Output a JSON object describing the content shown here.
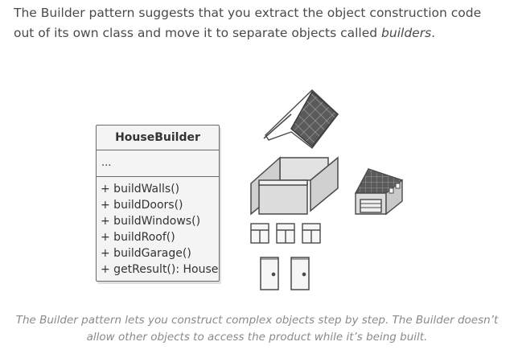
{
  "intro": {
    "text_before": "The Builder pattern suggests that you extract the object construction code out of its own class and move it to separate objects called ",
    "emphasis": "builders",
    "text_after": "."
  },
  "class_box": {
    "name": "HouseBuilder",
    "fields": "...",
    "methods": [
      "+ buildWalls()",
      "+ buildDoors()",
      "+ buildWindows()",
      "+ buildRoof()",
      "+ buildGarage()",
      "+ getResult(): House"
    ]
  },
  "illustration": {
    "parts": [
      "roof-icon",
      "walls-icon",
      "garage-icon",
      "window-icon",
      "door-icon"
    ],
    "colors": {
      "stroke": "#4a4a4a",
      "fill": "#dcdcdc",
      "dark": "#5a5a5a"
    }
  },
  "caption": "The Builder pattern lets you construct complex objects step by step. The Builder doesn’t allow other objects to access the product while it’s being built."
}
